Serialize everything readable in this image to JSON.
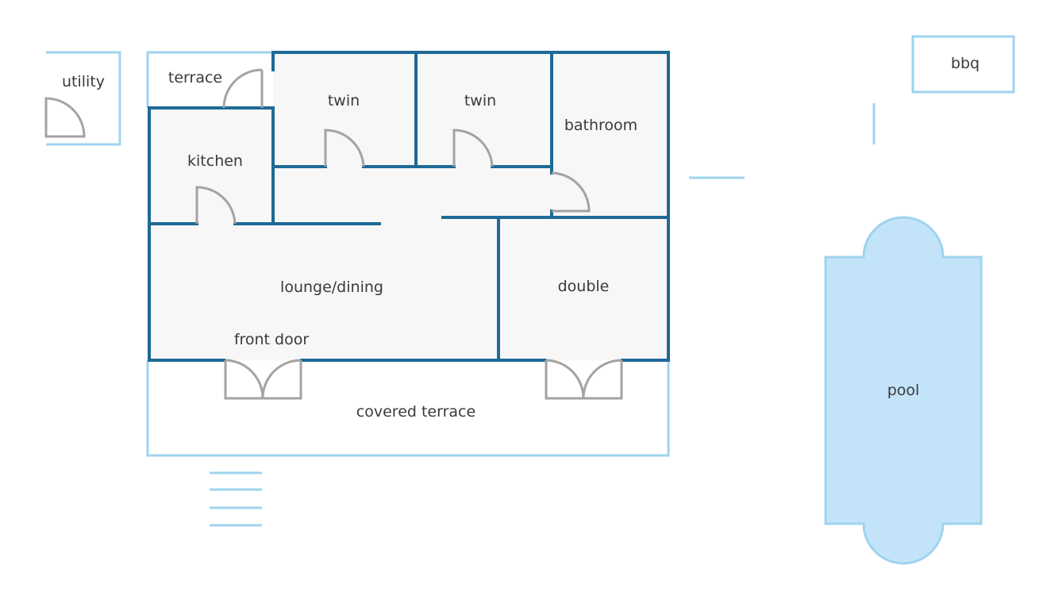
{
  "plan": {
    "labels": {
      "utility": "utility",
      "terrace": "terrace",
      "twin_1": "twin",
      "twin_2": "twin",
      "bathroom": "bathroom",
      "kitchen": "kitchen",
      "lounge": "lounge/dining",
      "double": "double",
      "front_door": "front door",
      "covered_terrace": "covered terrace",
      "bbq": "bbq",
      "pool": "pool"
    },
    "colors": {
      "wall": "#1e6a96",
      "light_outline": "#9fd3ef",
      "room_fill": "#f7f7f8",
      "door": "#a3a3a3",
      "pool_fill": "#c3e4f8",
      "pool_stroke": "#9fd3ef",
      "text": "#3a3a3a"
    }
  }
}
